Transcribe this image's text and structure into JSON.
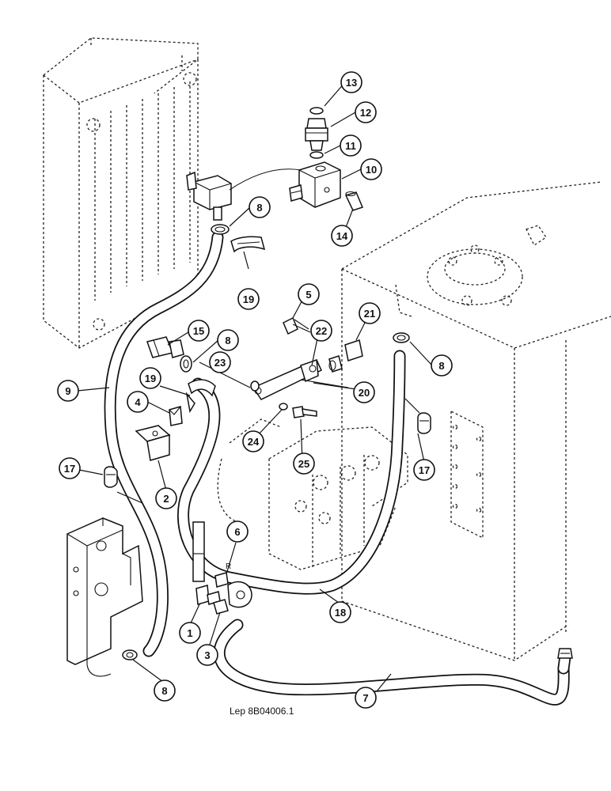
{
  "figure": {
    "caption": "Lep 8B04006.1",
    "port_mark": "R"
  },
  "callouts": [
    {
      "id": "c1",
      "label": "1"
    },
    {
      "id": "c2",
      "label": "2"
    },
    {
      "id": "c3",
      "label": "3"
    },
    {
      "id": "c4",
      "label": "4"
    },
    {
      "id": "c5",
      "label": "5"
    },
    {
      "id": "c6",
      "label": "6"
    },
    {
      "id": "c7",
      "label": "7"
    },
    {
      "id": "c8a",
      "label": "8"
    },
    {
      "id": "c8b",
      "label": "8"
    },
    {
      "id": "c8c",
      "label": "8"
    },
    {
      "id": "c8d",
      "label": "8"
    },
    {
      "id": "c9",
      "label": "9"
    },
    {
      "id": "c10",
      "label": "10"
    },
    {
      "id": "c11",
      "label": "11"
    },
    {
      "id": "c12",
      "label": "12"
    },
    {
      "id": "c13",
      "label": "13"
    },
    {
      "id": "c14",
      "label": "14"
    },
    {
      "id": "c15",
      "label": "15"
    },
    {
      "id": "c17a",
      "label": "17"
    },
    {
      "id": "c17b",
      "label": "17"
    },
    {
      "id": "c18",
      "label": "18"
    },
    {
      "id": "c19a",
      "label": "19"
    },
    {
      "id": "c19b",
      "label": "19"
    },
    {
      "id": "c20",
      "label": "20"
    },
    {
      "id": "c21",
      "label": "21"
    },
    {
      "id": "c22",
      "label": "22"
    },
    {
      "id": "c23",
      "label": "23"
    },
    {
      "id": "c24",
      "label": "24"
    },
    {
      "id": "c25",
      "label": "25"
    }
  ]
}
